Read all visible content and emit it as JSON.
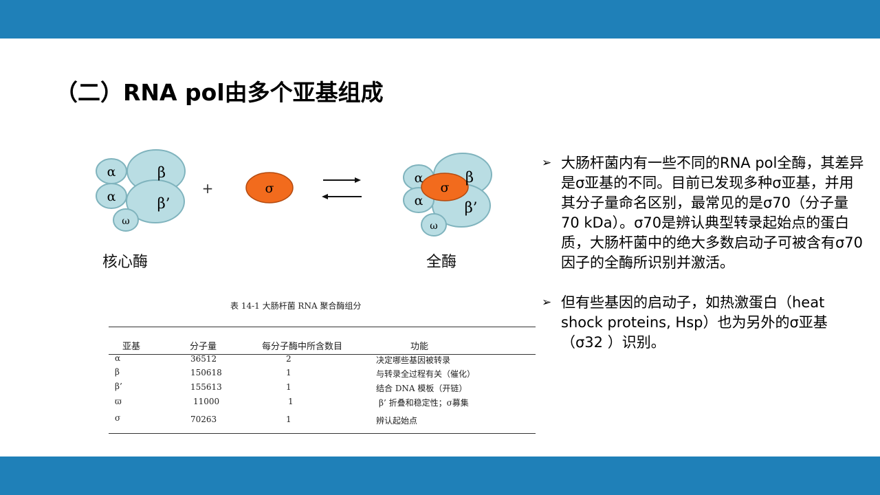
{
  "slide": {
    "title": "（二）RNA pol由多个亚基组成"
  },
  "diagram": {
    "core": {
      "subunits": [
        "α",
        "β",
        "α",
        "β’",
        "ω"
      ],
      "label": "核心酶"
    },
    "plus": "+",
    "sigma": "σ",
    "holo": {
      "subunits": [
        "α",
        "σ",
        "β",
        "α",
        "β’",
        "ω"
      ],
      "label": "全酶"
    },
    "colors": {
      "subunit_fill": "#b9dde3",
      "subunit_stroke": "#7fb3bd",
      "sigma_fill": "#f26b1d"
    }
  },
  "table": {
    "caption": "表 14-1   大肠杆菌 RNA 聚合酶组分",
    "headers": [
      "亚基",
      "分子量",
      "每分子酶中所含数目",
      "功能"
    ],
    "rows": [
      [
        "α",
        "36512",
        "2",
        "决定哪些基因被转录"
      ],
      [
        "β",
        "150618",
        "1",
        "与转录全过程有关（催化）"
      ],
      [
        "β’",
        "155613",
        "1",
        "结合 DNA 模板（开链）"
      ],
      [
        "ϖ",
        "11000",
        "1",
        "β’ 折叠和稳定性；σ募集"
      ],
      [
        "σ",
        "70263",
        "1",
        "辨认起始点"
      ]
    ]
  },
  "bullets": [
    "大肠杆菌内有一些不同的RNA pol全酶，其差异是σ亚基的不同。目前已发现多种σ亚基，并用其分子量命名区别，最常见的是σ70（分子量70 kDa）。σ70是辨认典型转录起始点的蛋白质，大肠杆菌中的绝大多数启动子可被含有σ70因子的全酶所识别并激活。",
    " 但有些基因的启动子，如热激蛋白（heat shock proteins, Hsp）也为另外的σ亚基（σ32 ）识别。"
  ],
  "bullet_marker": "➢"
}
